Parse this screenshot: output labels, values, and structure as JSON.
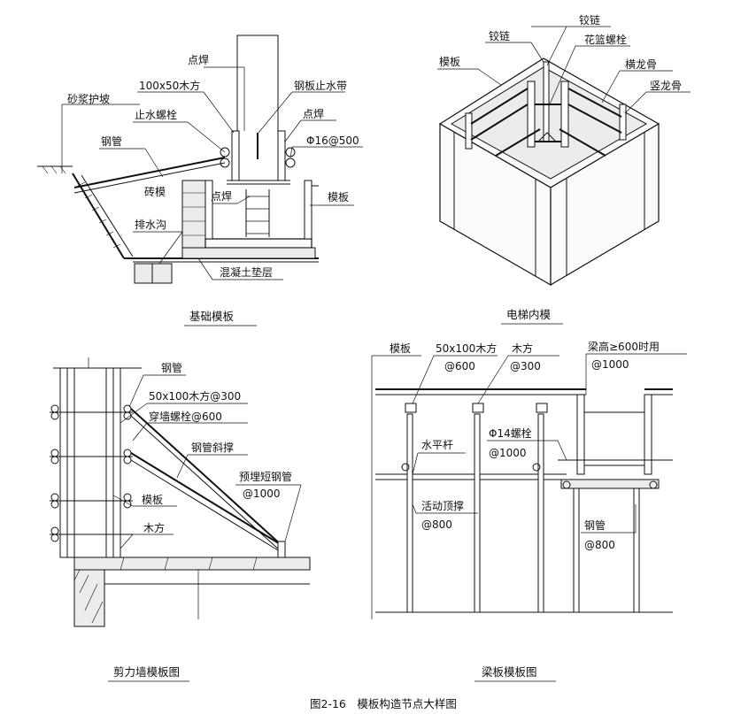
{
  "figure_caption": "图2-16　模板构造节点大样图",
  "panels": {
    "foundation": {
      "caption": "基础模板",
      "labels": {
        "mortar_slope": "砂浆护坡",
        "spot_weld_top": "点焊",
        "timber_100x50": "100x50木方",
        "steel_water_stop": "钢板止水带",
        "waterstop_bolt": "止水螺栓",
        "spot_weld_right": "点焊",
        "steel_pipe": "钢管",
        "rebar_spacing": "Φ16@500",
        "brick_form": "砖模",
        "spot_weld_inner": "点焊",
        "formwork": "模板",
        "drain_ditch": "排水沟",
        "concrete_cushion": "混凝土垫层"
      }
    },
    "elevator": {
      "caption": "电梯内模",
      "labels": {
        "hinge_top": "铰链",
        "hinge_left": "铰链",
        "turnbuckle": "花篮螺栓",
        "formwork": "模板",
        "horizontal_joist": "横龙骨",
        "vertical_joist": "竖龙骨"
      }
    },
    "shear_wall": {
      "caption": "剪力墙模板图",
      "labels": {
        "steel_pipe": "钢管",
        "timber_spacing": "50x100木方@300",
        "through_bolt": "穿墙螺栓@600",
        "diagonal_brace": "钢管斜撑",
        "embedded_pipe": "预埋短钢管",
        "embedded_spacing": "@1000",
        "formwork": "模板",
        "timber": "木方"
      }
    },
    "beam_slab": {
      "caption": "梁板模板图",
      "labels": {
        "formwork": "模板",
        "timber_50x100": "50x100木方",
        "timber_50x100_spacing": "@600",
        "timber": "木方",
        "timber_spacing": "@300",
        "beam_height_note": "梁高≥600时用",
        "beam_height_spacing": "@1000",
        "horizontal_bar": "水平杆",
        "bolt_14": "Φ14螺栓",
        "bolt_spacing": "@1000",
        "adjustable_prop": "活动顶撑",
        "prop_spacing": "@800",
        "steel_pipe": "钢管",
        "pipe_spacing": "@800"
      }
    }
  }
}
